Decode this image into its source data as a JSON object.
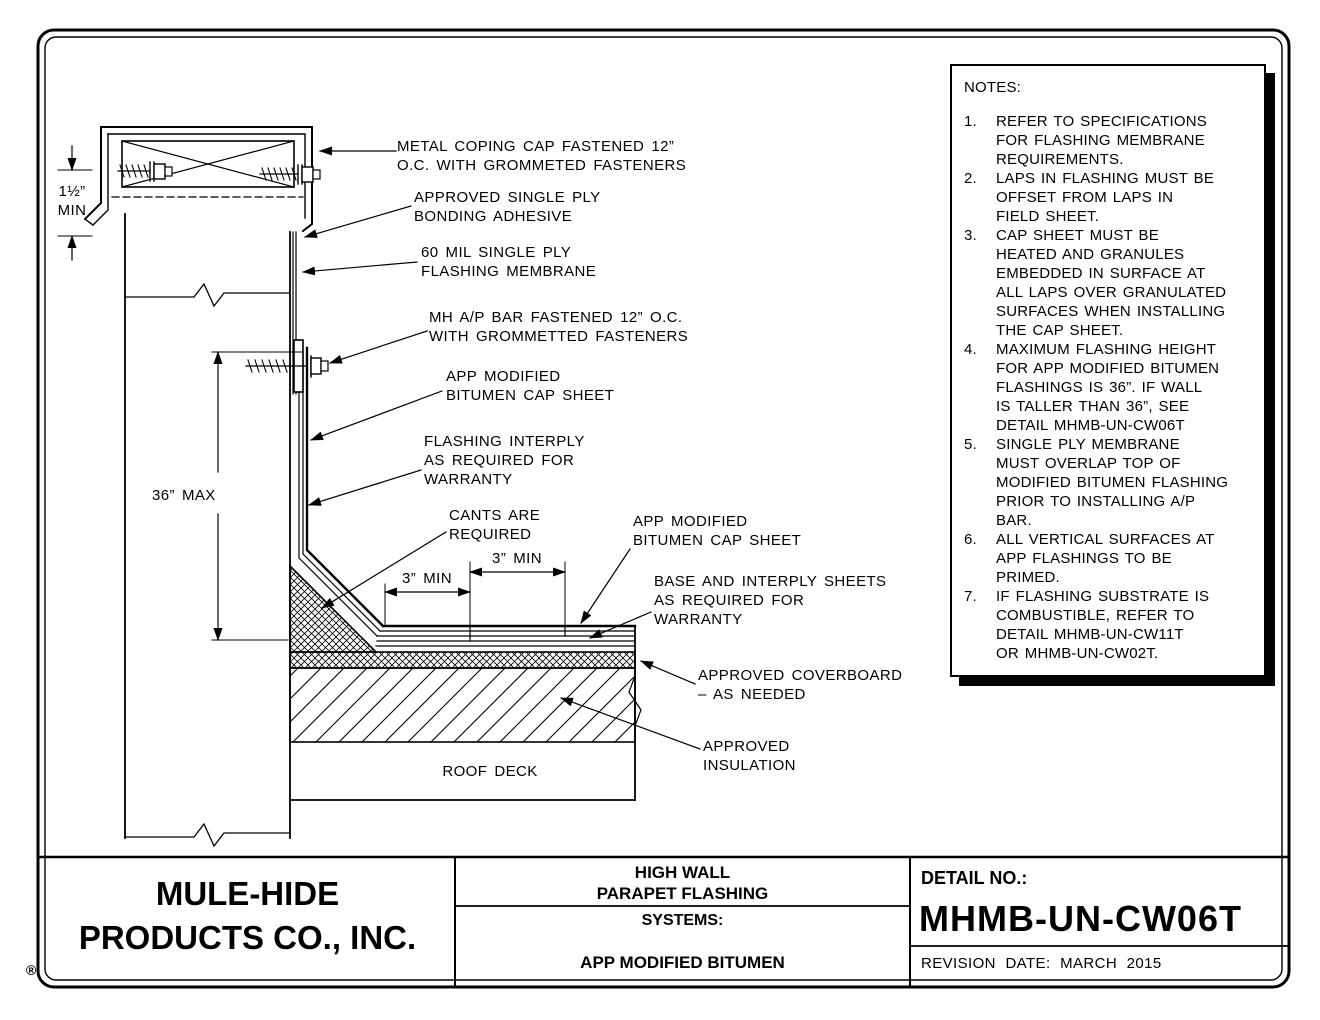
{
  "page": {
    "registered_mark": "®"
  },
  "drawing": {
    "labels": {
      "coping": "METAL COPING CAP FASTENED 12”\nO.C. WITH GROMMETED FASTENERS",
      "adhesive": "APPROVED SINGLE PLY\nBONDING ADHESIVE",
      "membrane60": "60 MIL SINGLE PLY\nFLASHING MEMBRANE",
      "ap_bar": "MH A/P BAR FASTENED 12” O.C.\nWITH GROMMETTED FASTENERS",
      "cap_sheet_wall": "APP MODIFIED\nBITUMEN CAP SHEET",
      "interply": "FLASHING INTERPLY\nAS REQUIRED FOR\nWARRANTY",
      "cants": "CANTS ARE\nREQUIRED",
      "cap_sheet_field": "APP MODIFIED\nBITUMEN CAP SHEET",
      "base_interply": "BASE AND INTERPLY SHEETS\nAS REQUIRED FOR\nWARRANTY",
      "coverboard": "APPROVED COVERBOARD\n– AS NEEDED",
      "insulation": "APPROVED\nINSULATION",
      "roof_deck": "ROOF DECK"
    },
    "dimensions": {
      "half_inch": "1½”\nMIN",
      "wall_max": "36” MAX",
      "lap_a": "3” MIN",
      "lap_b": "3” MIN"
    }
  },
  "notes": {
    "title": "NOTES:",
    "items": [
      {
        "num": "1.",
        "text": "REFER TO SPECIFICATIONS\nFOR FLASHING MEMBRANE\nREQUIREMENTS."
      },
      {
        "num": "2.",
        "text": "LAPS IN FLASHING MUST BE\nOFFSET FROM LAPS IN\nFIELD SHEET."
      },
      {
        "num": "3.",
        "text": "CAP SHEET MUST BE\nHEATED AND GRANULES\nEMBEDDED IN SURFACE AT\nALL LAPS OVER GRANULATED\nSURFACES WHEN INSTALLING\nTHE CAP SHEET."
      },
      {
        "num": "4.",
        "text": "MAXIMUM FLASHING HEIGHT\nFOR APP MODIFIED BITUMEN\nFLASHINGS IS 36”. IF WALL\nIS TALLER THAN 36”, SEE\nDETAIL MHMB-UN-CW06T"
      },
      {
        "num": "5.",
        "text": "SINGLE PLY MEMBRANE\nMUST OVERLAP TOP OF\nMODIFIED BITUMEN FLASHING\nPRIOR TO INSTALLING A/P\nBAR."
      },
      {
        "num": "6.",
        "text": "ALL VERTICAL SURFACES AT\nAPP FLASHINGS TO BE\nPRIMED."
      },
      {
        "num": "7.",
        "text": "IF FLASHING SUBSTRATE IS\nCOMBUSTIBLE, REFER TO\nDETAIL MHMB-UN-CW11T\nOR MHMB-UN-CW02T."
      }
    ]
  },
  "title_block": {
    "company": "MULE-HIDE\nPRODUCTS CO., INC.",
    "system_title": "HIGH WALL\nPARAPET FLASHING",
    "systems_label": "SYSTEMS:",
    "system_type": "APP MODIFIED BITUMEN",
    "detail_no_label": "DETAIL NO.:",
    "detail_no": "MHMB-UN-CW06T",
    "revision": "REVISION DATE: MARCH 2015"
  }
}
